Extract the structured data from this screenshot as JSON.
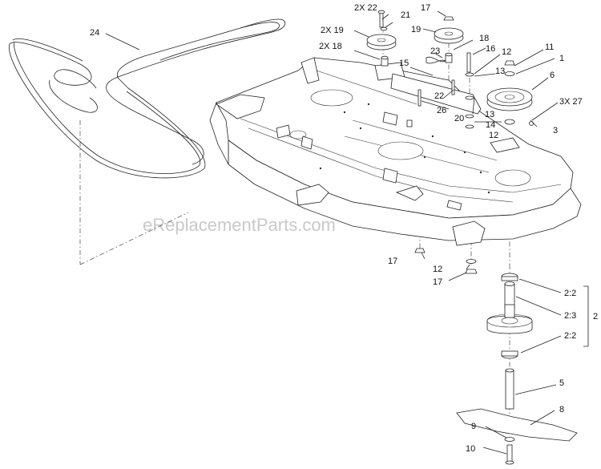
{
  "watermark": "eReplacementParts.com",
  "callouts": {
    "c24": "24",
    "c2x22": "2X 22",
    "c21": "21",
    "c17top": "17",
    "c2x19": "2X 19",
    "c19": "19",
    "c18a": "18",
    "c16": "16",
    "c12a": "12",
    "c11": "11",
    "c1": "1",
    "c2x18": "2X 18",
    "c23": "23",
    "c15": "15",
    "c13a": "13",
    "c6": "6",
    "c22b": "22",
    "c26": "26",
    "c20": "20",
    "c13b": "13",
    "c3x27": "3X 27",
    "c14": "14",
    "c3": "3",
    "c12b": "12",
    "c17mid": "17",
    "c12c": "12",
    "c17low": "17",
    "c22a": "2:2",
    "c23b": "2:3",
    "c2": "2",
    "c22c": "2:2",
    "c5": "5",
    "c8": "8",
    "c9": "9",
    "c10": "10"
  }
}
